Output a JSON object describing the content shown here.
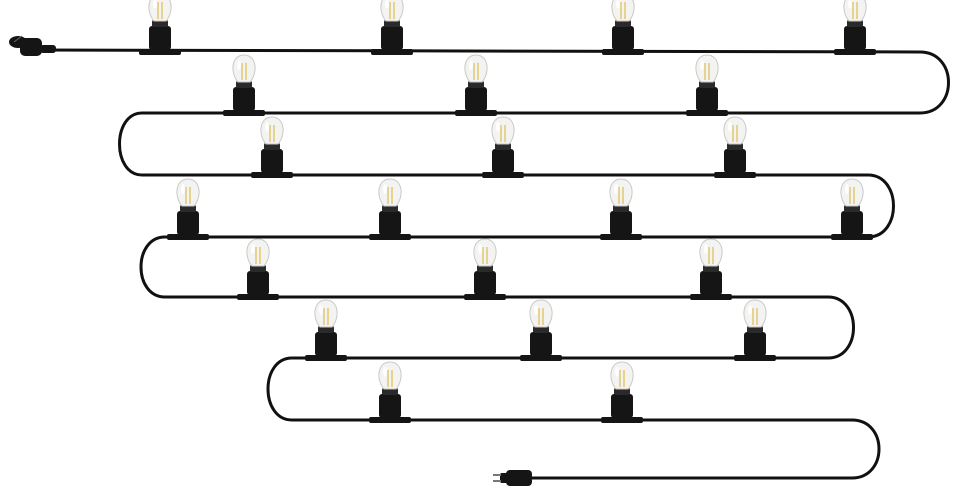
{
  "product": {
    "rows": [
      4,
      3,
      3,
      4,
      3,
      3,
      2
    ],
    "bulb_total": 22
  },
  "colors": {
    "background": "#ffffff",
    "cable": "#111111",
    "socket": "#151515",
    "glass": "#f3f3f1",
    "glass_edge": "#c9c9c6",
    "filament": "#e0c36a"
  }
}
